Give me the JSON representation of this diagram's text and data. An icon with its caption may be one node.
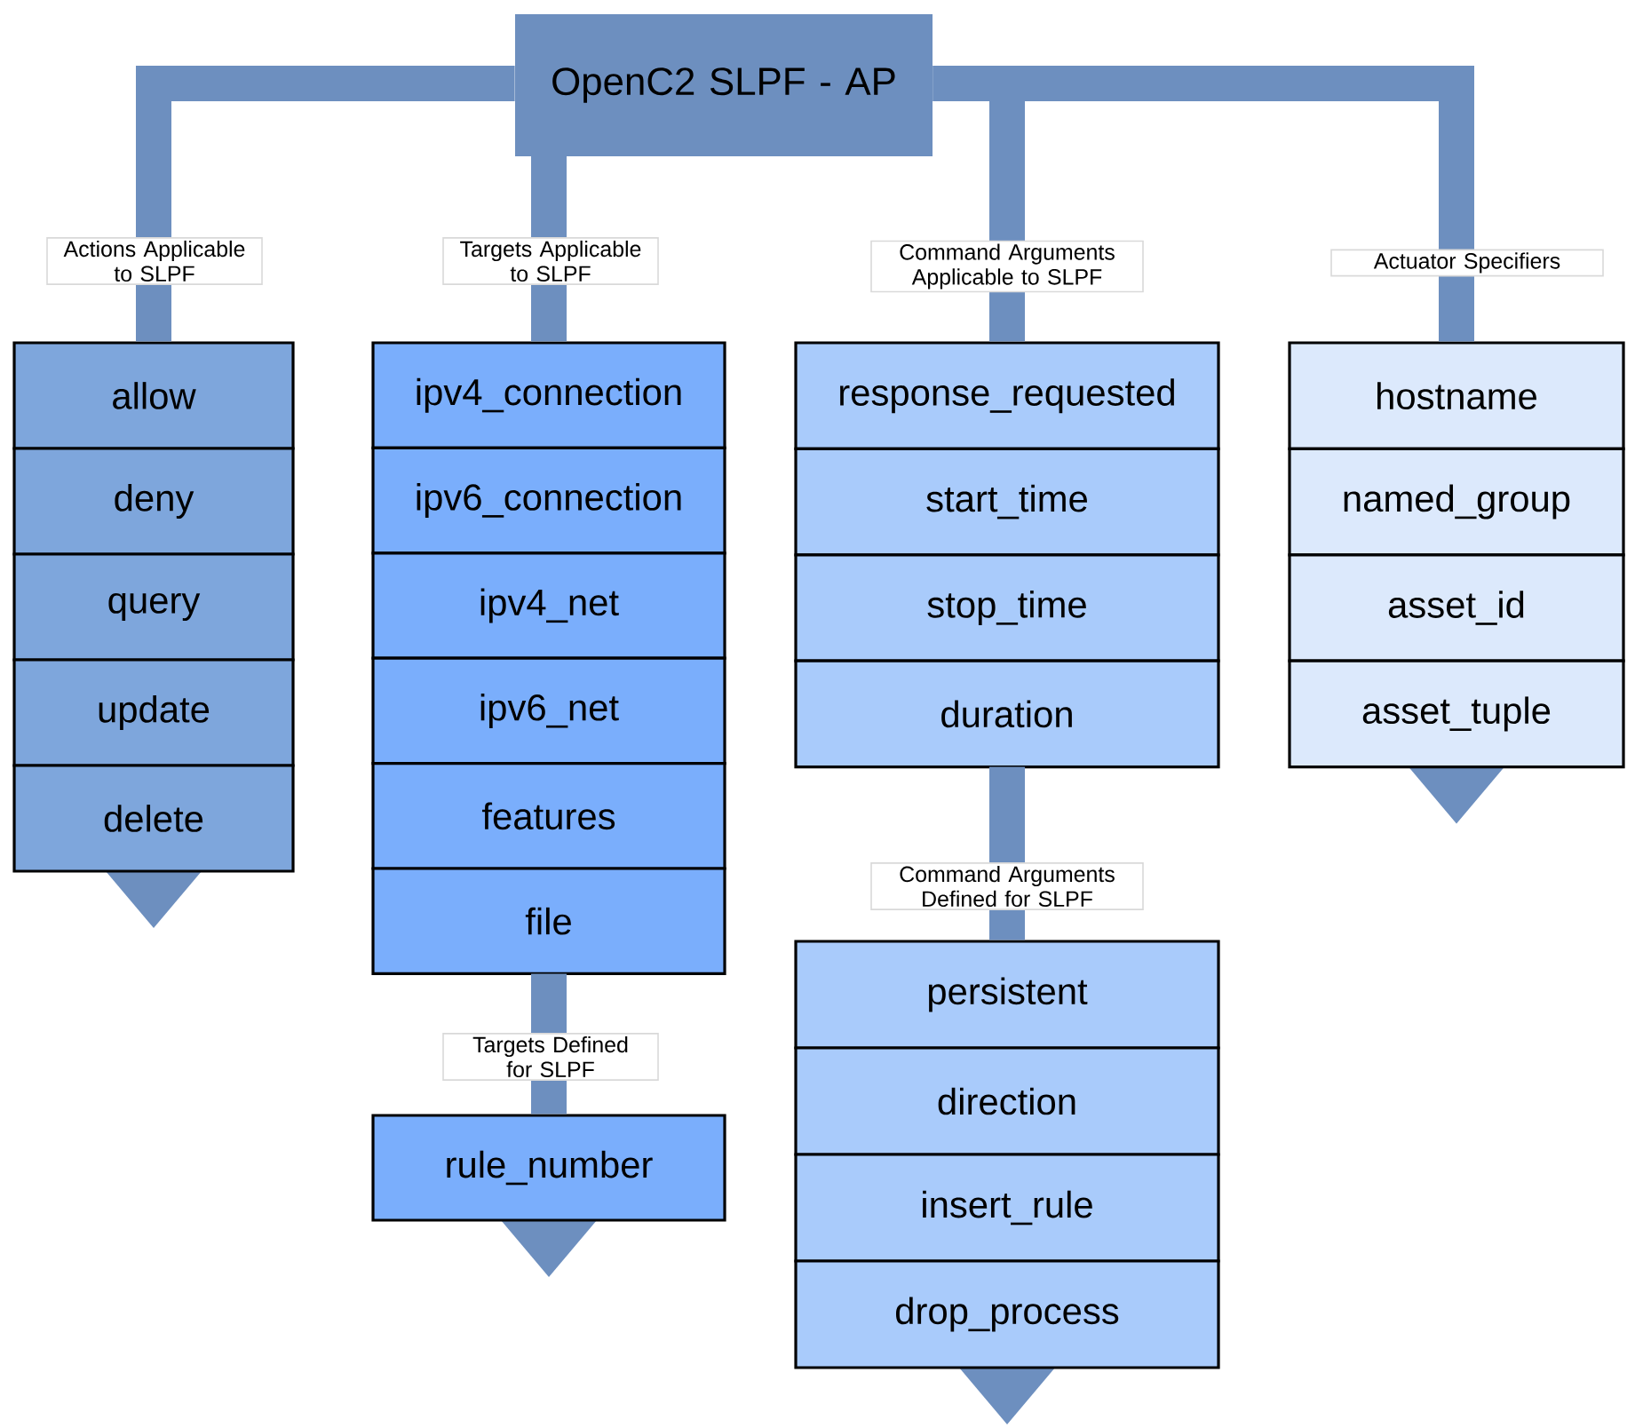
{
  "diagram": {
    "nodes": [
      {
        "text": [
          "OpenC2 SLPF - AP"
        ]
      },
      {
        "text": [
          "allow"
        ]
      },
      {
        "text": [
          "deny"
        ]
      },
      {
        "text": [
          "query"
        ]
      },
      {
        "text": [
          "update"
        ]
      },
      {
        "text": [
          "delete"
        ]
      },
      {
        "text": [
          "ipv4_connection"
        ]
      },
      {
        "text": [
          "ipv6_connection"
        ]
      },
      {
        "text": [
          "ipv4_net"
        ]
      },
      {
        "text": [
          "ipv6_net"
        ]
      },
      {
        "text": [
          "features"
        ]
      },
      {
        "text": [
          "file"
        ]
      },
      {
        "text": [
          "rule_number"
        ]
      },
      {
        "text": [
          "response_requested"
        ]
      },
      {
        "text": [
          "start_time"
        ]
      },
      {
        "text": [
          "stop_time"
        ]
      },
      {
        "text": [
          "duration"
        ]
      },
      {
        "text": [
          "persistent"
        ]
      },
      {
        "text": [
          "direction"
        ]
      },
      {
        "text": [
          "insert_rule"
        ]
      },
      {
        "text": [
          "drop_process"
        ]
      },
      {
        "text": [
          "hostname"
        ]
      },
      {
        "text": [
          "named_group"
        ]
      },
      {
        "text": [
          "asset_id"
        ]
      },
      {
        "text": [
          "asset_tuple"
        ]
      }
    ],
    "edges": [
      {
        "from": 0,
        "to": 1,
        "arrow": "none",
        "label": "Actions Applicable to SLPF"
      },
      {
        "from": 0,
        "to": 6,
        "arrow": "none",
        "label": "Targets Applicable to SLPF"
      },
      {
        "from": 0,
        "to": 13,
        "arrow": "none",
        "label": "Command Arguments Applicable to SLPF"
      },
      {
        "from": 0,
        "to": 21,
        "arrow": "none",
        "label": "Actuator Specifiers"
      },
      {
        "from": 11,
        "to": 12,
        "arrow": "none",
        "label": "Targets Defined for SLPF"
      },
      {
        "from": 16,
        "to": 17,
        "arrow": "none",
        "label": "Command Arguments Defined for SLPF"
      }
    ]
  }
}
